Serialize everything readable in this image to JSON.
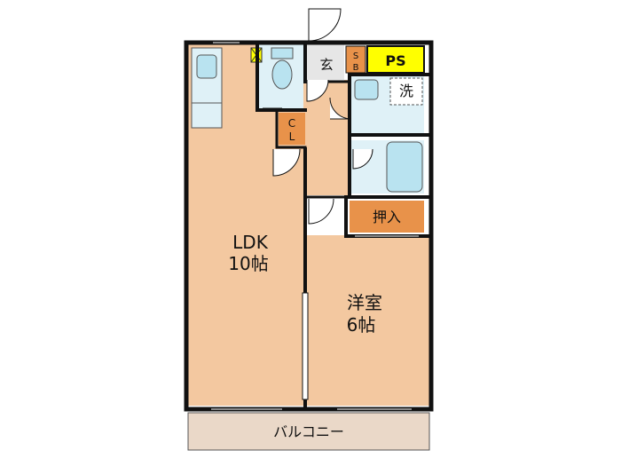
{
  "rooms": {
    "ldk": {
      "name": "LDK",
      "size": "10帖"
    },
    "western": {
      "name": "洋室",
      "size": "6帖"
    },
    "entrance": "玄",
    "laundry": "洗",
    "closet": "押入",
    "cl_top": "C",
    "cl_bottom": "L",
    "sb_top": "S",
    "sb_bottom": "B",
    "ps": "PS",
    "balcony": "バルコニー"
  },
  "colors": {
    "room_fill": "#f3c8a0",
    "wet_fill": "#dff1f7",
    "closet_fill": "#e8924a",
    "ps_fill": "#ffff00",
    "balcony_fill": "#ead8c8",
    "wall": "#111111",
    "fixture": "#b9e3f0"
  }
}
